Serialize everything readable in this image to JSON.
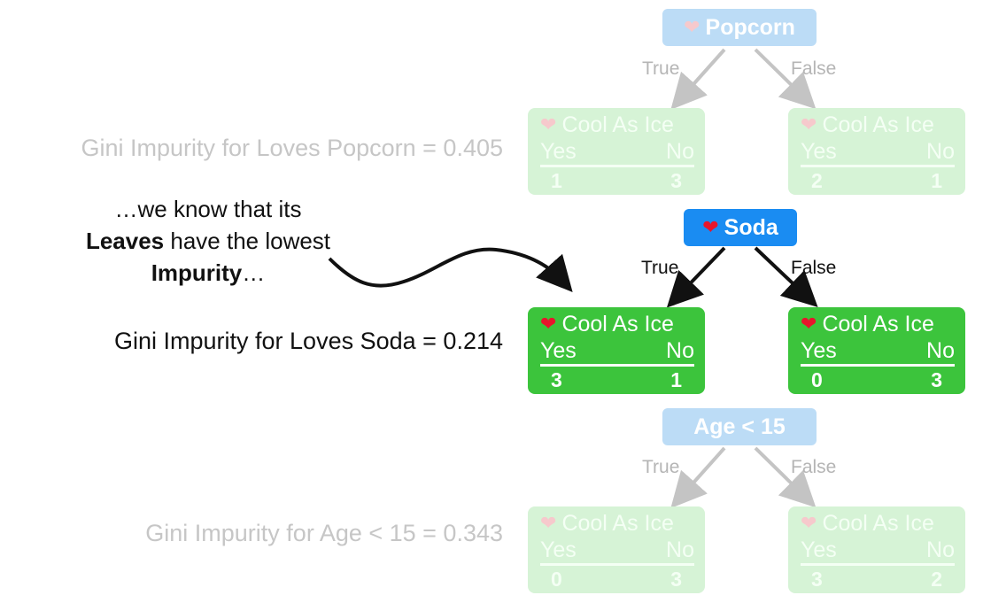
{
  "trees": {
    "popcorn": {
      "root_label": "Popcorn",
      "true_label": "True",
      "false_label": "False",
      "left": {
        "title": "Cool As Ice",
        "yes": "Yes",
        "no": "No",
        "yes_count": "1",
        "no_count": "3"
      },
      "right": {
        "title": "Cool As Ice",
        "yes": "Yes",
        "no": "No",
        "yes_count": "2",
        "no_count": "1"
      },
      "gini": "Gini Impurity for Loves Popcorn = 0.405"
    },
    "soda": {
      "root_label": "Soda",
      "true_label": "True",
      "false_label": "False",
      "left": {
        "title": "Cool As Ice",
        "yes": "Yes",
        "no": "No",
        "yes_count": "3",
        "no_count": "1"
      },
      "right": {
        "title": "Cool As Ice",
        "yes": "Yes",
        "no": "No",
        "yes_count": "0",
        "no_count": "3"
      },
      "gini": "Gini Impurity for Loves Soda = 0.214"
    },
    "age": {
      "root_label": "Age < 15",
      "true_label": "True",
      "false_label": "False",
      "left": {
        "title": "Cool As Ice",
        "yes": "Yes",
        "no": "No",
        "yes_count": "0",
        "no_count": "3"
      },
      "right": {
        "title": "Cool As Ice",
        "yes": "Yes",
        "no": "No",
        "yes_count": "3",
        "no_count": "2"
      },
      "gini": "Gini Impurity for Age < 15 = 0.343"
    }
  },
  "annotation": {
    "line1": "…we know that its",
    "line2_bold": "Leaves",
    "line2_rest": " have the lowest",
    "line3_bold": "Impurity",
    "line3_rest": "…"
  },
  "icons": {
    "heart": "heart-icon"
  },
  "colors": {
    "root_active": "#1a8cf2",
    "root_faded": "#bcdcf6",
    "leaf_active": "#3cc43c",
    "leaf_faded": "#d6f3d6",
    "heart": "#e8152c"
  }
}
